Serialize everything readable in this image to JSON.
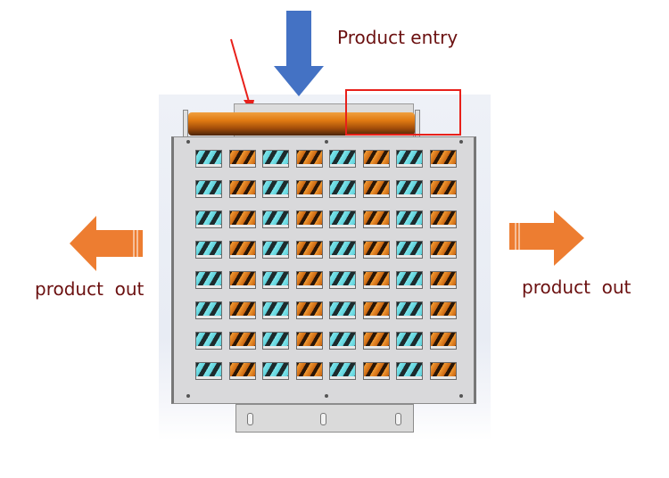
{
  "labels": {
    "entry": "Product entry",
    "out_left": "product  out",
    "out_right": "product  out"
  },
  "colors": {
    "entry_arrow": "#4472c4",
    "out_arrows": "#ed7d31",
    "label_text": "#6b1010",
    "highlight": "#e8201a"
  },
  "grid": {
    "rows": 8,
    "columns": 8,
    "pattern": [
      "cyan",
      "orange",
      "cyan",
      "orange",
      "cyan",
      "orange",
      "cyan",
      "orange"
    ]
  },
  "bracket_slots": 3
}
